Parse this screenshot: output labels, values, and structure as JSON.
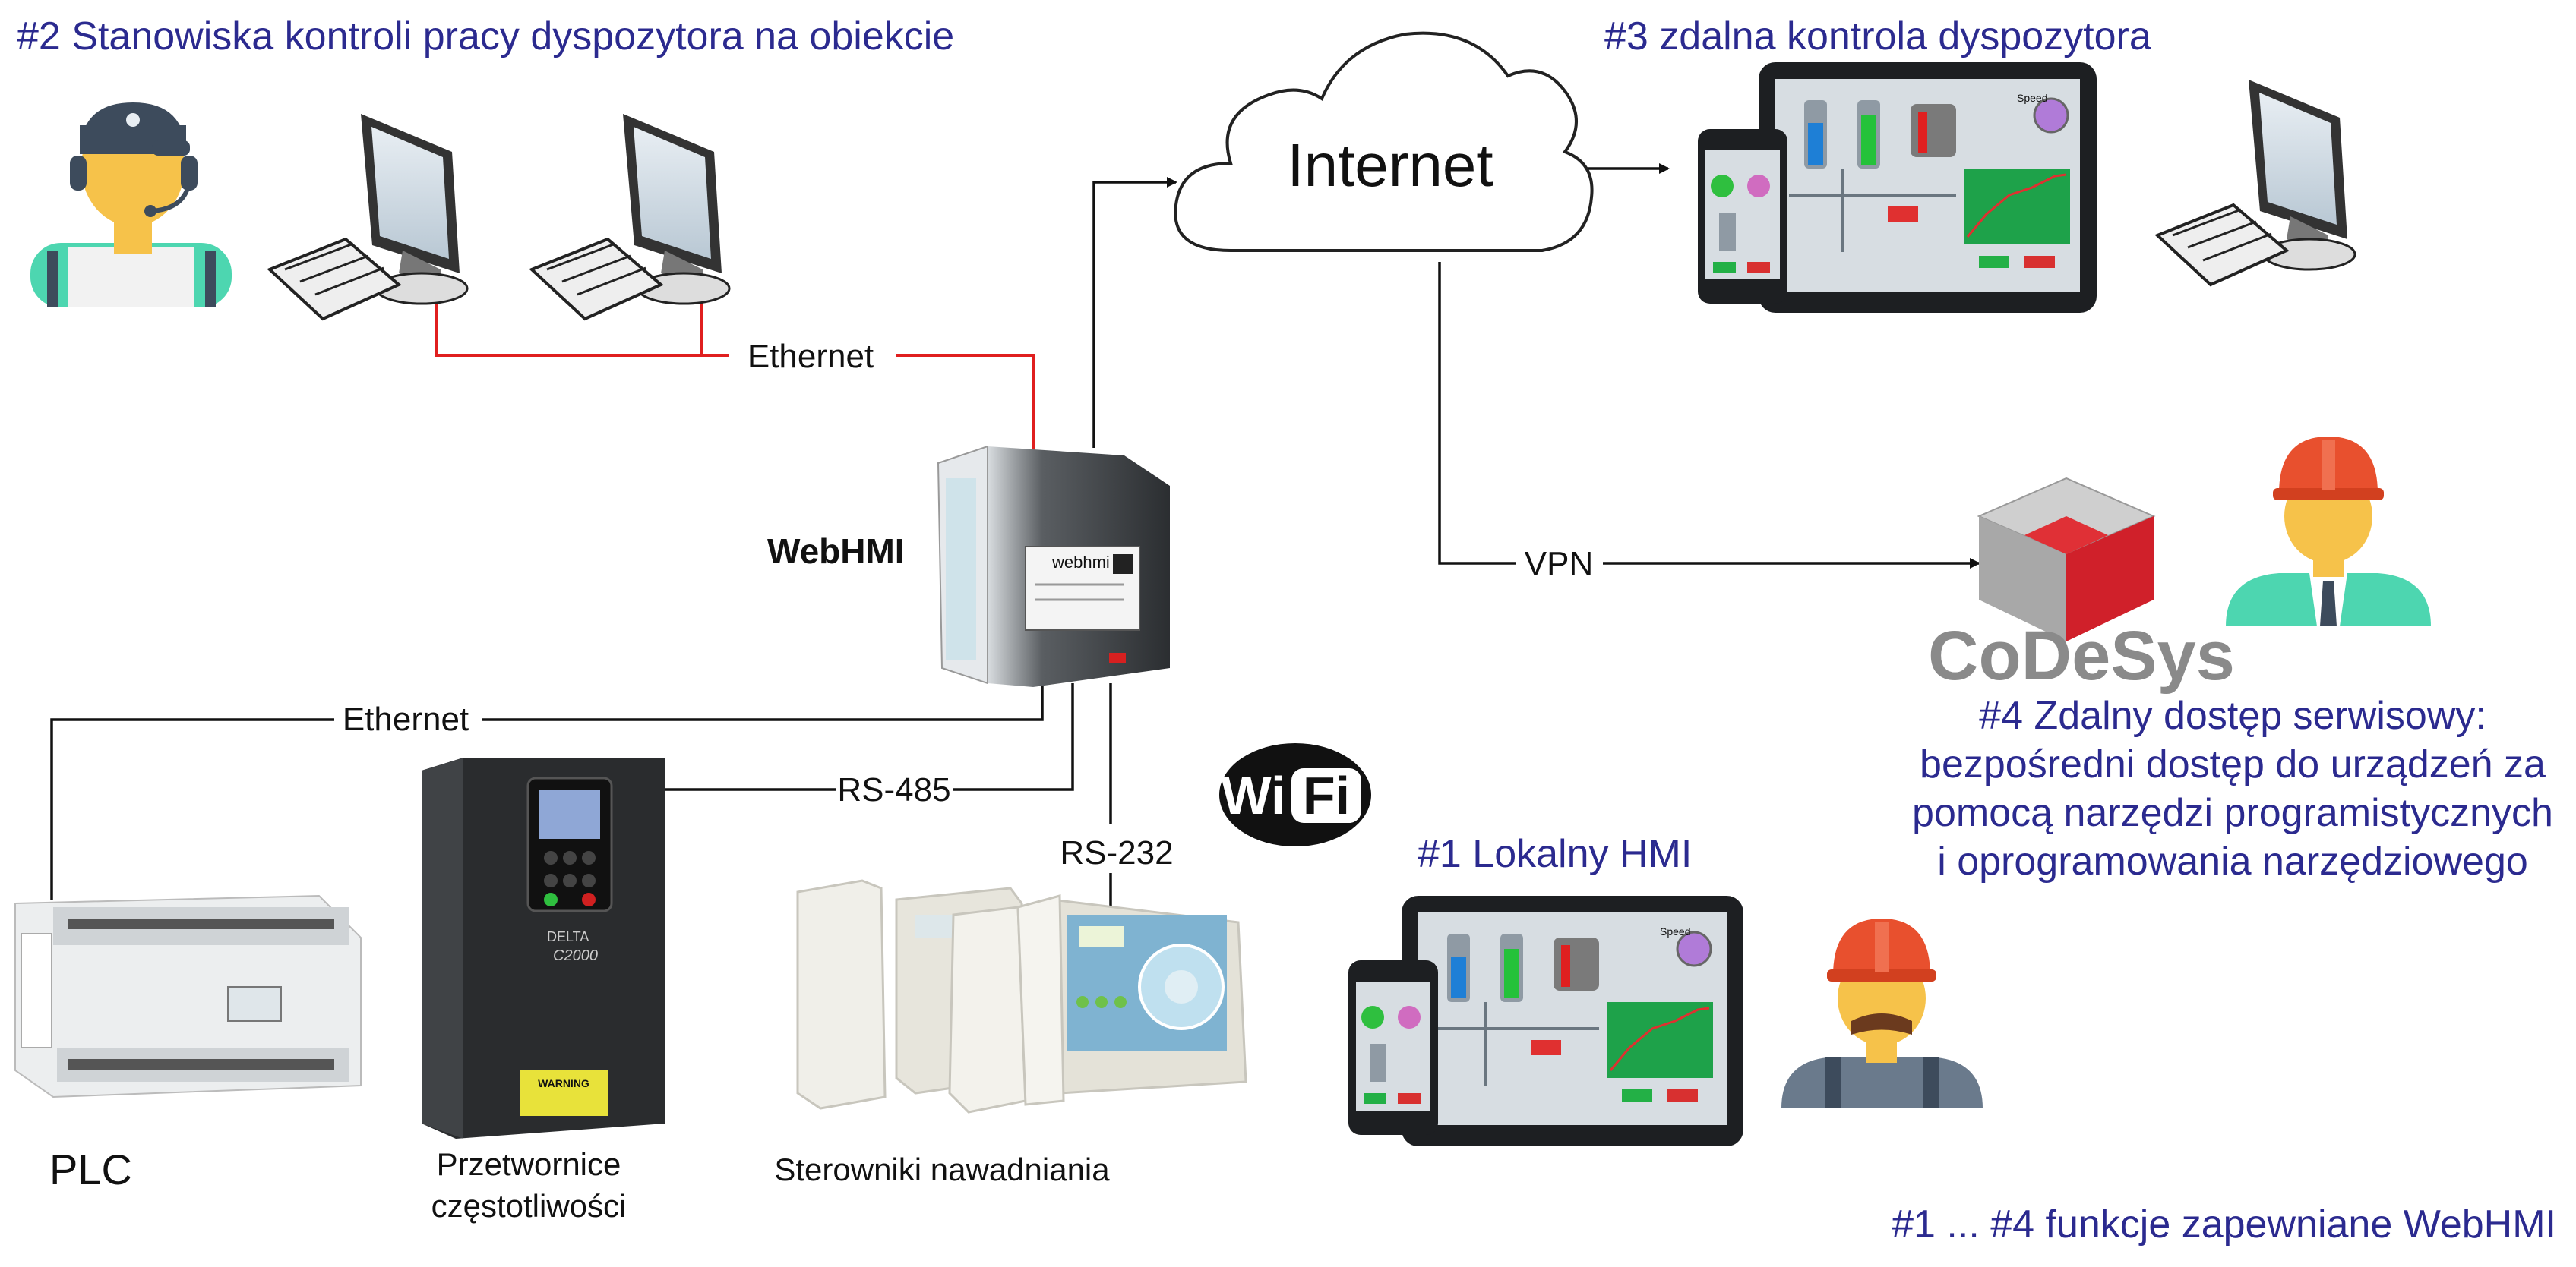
{
  "headings": {
    "section2": "#2 Stanowiska kontroli pracy dyspozytora na obiekcie",
    "section3": "#3 zdalna kontrola dyspozytora",
    "section1": "#1 Lokalny HMI",
    "section4_line1": "#4 Zdalny dostęp serwisowy:",
    "section4_line2": "bezpośredni dostęp do urządzeń za",
    "section4_line3": "pomocą narzędzi programistycznych",
    "section4_line4": "i oprogramowania narzędziowego",
    "footer": "#1 ... #4 funkcje zapewniane WebHMI"
  },
  "labels": {
    "internet": "Internet",
    "webhmi": "WebHMI",
    "ethernet_top": "Ethernet",
    "ethernet_left": "Ethernet",
    "rs485": "RS-485",
    "rs232": "RS-232",
    "vpn": "VPN",
    "plc": "PLC",
    "inverters_line1": "Przetwornice",
    "inverters_line2": "częstotliwości",
    "irrigation": "Sterowniki nawadniania",
    "codesys": "CoDeSys",
    "wifi_wi": "Wi",
    "wifi_fi": "Fi",
    "device_brand": "webhmi",
    "inverter_brand": "DELTA",
    "inverter_model": "C2000",
    "inverter_warning": "WARNING",
    "hmi_speed": "Speed"
  },
  "colors": {
    "heading_blue": "#2b2a8f",
    "ethernet_red": "#e01f1f",
    "connector_black": "#111111",
    "codesys_red": "#d0202a",
    "codesys_grey": "#8a8a8a",
    "hard_hat": "#e8502e",
    "skin": "#f6c24a"
  },
  "icons": [
    "operator-headset-icon",
    "desktop-pc-icon",
    "cloud-icon",
    "tablet-icon",
    "phone-icon",
    "engineer-icon",
    "worker-icon",
    "codesys-cube-icon",
    "wifi-badge-icon",
    "webhmi-device",
    "plc-device",
    "frequency-inverter",
    "irrigation-controller"
  ]
}
